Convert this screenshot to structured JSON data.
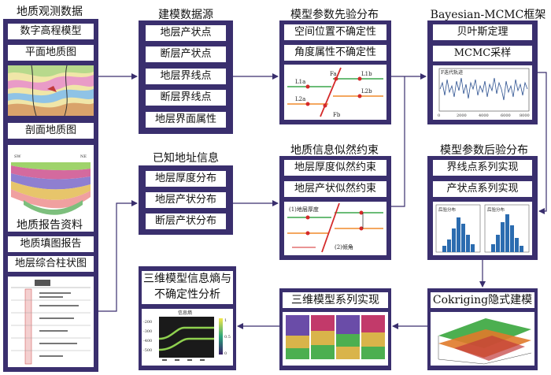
{
  "titles": {
    "geo_obs": "地质观测数据",
    "model_src": "建模数据源",
    "prior": "模型参数先验分布",
    "bayes": "Bayesian-MCMC框架",
    "known": "已知地址信息",
    "likelihood": "地质信息似然约束",
    "posterior": "模型参数后验分布",
    "report": "地质报告资料"
  },
  "geo_obs": {
    "items": [
      "数字高程模型",
      "平面地质图",
      "剖面地质图"
    ]
  },
  "model_src": {
    "items": [
      "地层产状点",
      "断层产状点",
      "地层界线点",
      "断层界线点",
      "地层界面属性"
    ]
  },
  "prior": {
    "items": [
      "空间位置不确定性",
      "角度属性不确定性"
    ],
    "fig_labels": [
      "L1a",
      "L1b",
      "L2a",
      "L2b",
      "Fa",
      "Fb"
    ]
  },
  "bayes": {
    "items": [
      "贝叶斯定理",
      "MCMC采样"
    ],
    "trace_label": "F迭代轨迹",
    "trace_x_ticks": [
      "0",
      "2000",
      "4000",
      "6000",
      "8000"
    ]
  },
  "known": {
    "items": [
      "地层厚度分布",
      "地层产状分布",
      "断层产状分布"
    ]
  },
  "likelihood": {
    "items": [
      "地层厚度似然约束",
      "地层产状似然约束"
    ],
    "fig_labels": [
      "(1)地层厚度",
      "(2)倾角"
    ]
  },
  "posterior": {
    "items": [
      "界线点系列实现",
      "产状点系列实现"
    ],
    "hist_labels": [
      "后验分布",
      "后验分布"
    ]
  },
  "report": {
    "items": [
      "地质填图报告",
      "地层综合柱状图"
    ]
  },
  "entropy": {
    "title": "三维模型信息熵与不确定性分析",
    "fig_title": "信息熵",
    "y_ticks": [
      "-200",
      "-300",
      "-400",
      "-500"
    ],
    "cbar_ticks": [
      "1",
      "0.5",
      "0"
    ]
  },
  "series": {
    "title": "三维模型系列实现"
  },
  "cokriging": {
    "title": "Cokriging隐式建模"
  },
  "colors": {
    "panel": "#3a2f6e",
    "arrow": "#3a2f6e",
    "hist_bar": "#2b6cb0",
    "trace": "#2a4f8f",
    "entropy_line": "#8fd14f"
  }
}
